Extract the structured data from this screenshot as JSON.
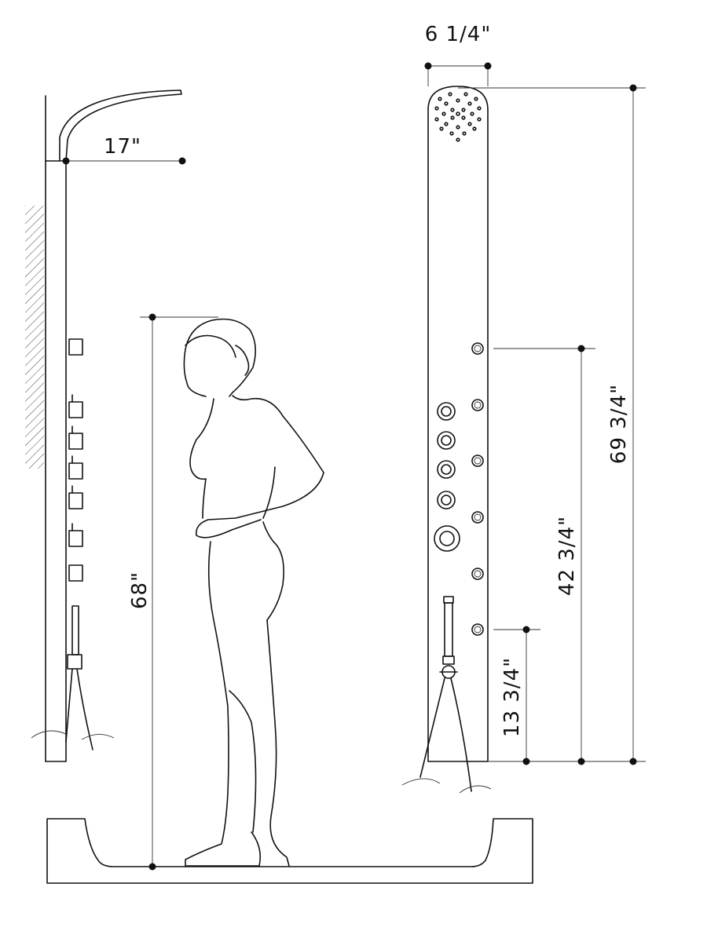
{
  "dimensions": {
    "panel_width": "6 1/4\"",
    "arm_reach": "17\"",
    "person_height": "68\"",
    "overall_height": "69 3/4\"",
    "upper_jet_height": "42 3/4\"",
    "lower_jet_height": "13 3/4\""
  },
  "colors": {
    "line": "#111111",
    "background": "#ffffff"
  }
}
